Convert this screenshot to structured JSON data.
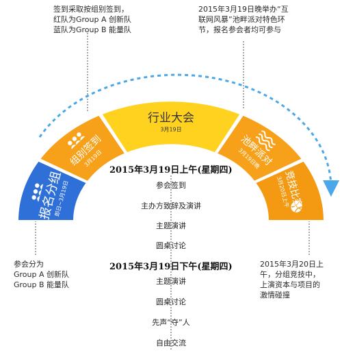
{
  "notes": {
    "top_left": "签到采取按组别签到，\n红队为Group A 创新队\n蓝队为Group B 能量队",
    "top_right": "2015年3月19日晚举办“互\n联网风暴”池畔派对特色环\n节，报名参会者均可参与",
    "bottom_left": "参会分为\nGroup A 创新队\nGroup B 能量队",
    "bottom_right": "2015年3月20日上\n午，分组竞技中，\n上演资本与项目的\n激情碰撞"
  },
  "segments": [
    {
      "title": "报名分组",
      "date": "即日~3月19日",
      "color": "#2e6fd8",
      "icon": "group-icon"
    },
    {
      "title": "组别签到",
      "date": "3月19日",
      "color": "#f7a11a",
      "icon": "group-icon"
    },
    {
      "title": "行业大会",
      "date": "3月19日",
      "color": "#ffd21f",
      "icon": ""
    },
    {
      "title": "池畔派对",
      "date": "3月19日晚",
      "color": "#f7a11a",
      "icon": "wave-icon"
    },
    {
      "title": "竞技比赛",
      "date": "3月20日上午",
      "color": "#f49a12",
      "icon": "volleyball-icon"
    }
  ],
  "schedule": {
    "morning": {
      "heading": "2015年3月19日上午(星期四)",
      "items": [
        "参会签到",
        "主办方致辞及演讲",
        "主题演讲",
        "圆桌讨论"
      ]
    },
    "afternoon": {
      "heading": "2015年3月19日下午(星期四)",
      "items": [
        "主题演讲",
        "圆桌讨论",
        "先声“夺”人",
        "自由交流"
      ]
    }
  },
  "colors": {
    "arc_dash": "#4aa8e8",
    "connector": "#555555",
    "text_white": "#ffffff"
  }
}
